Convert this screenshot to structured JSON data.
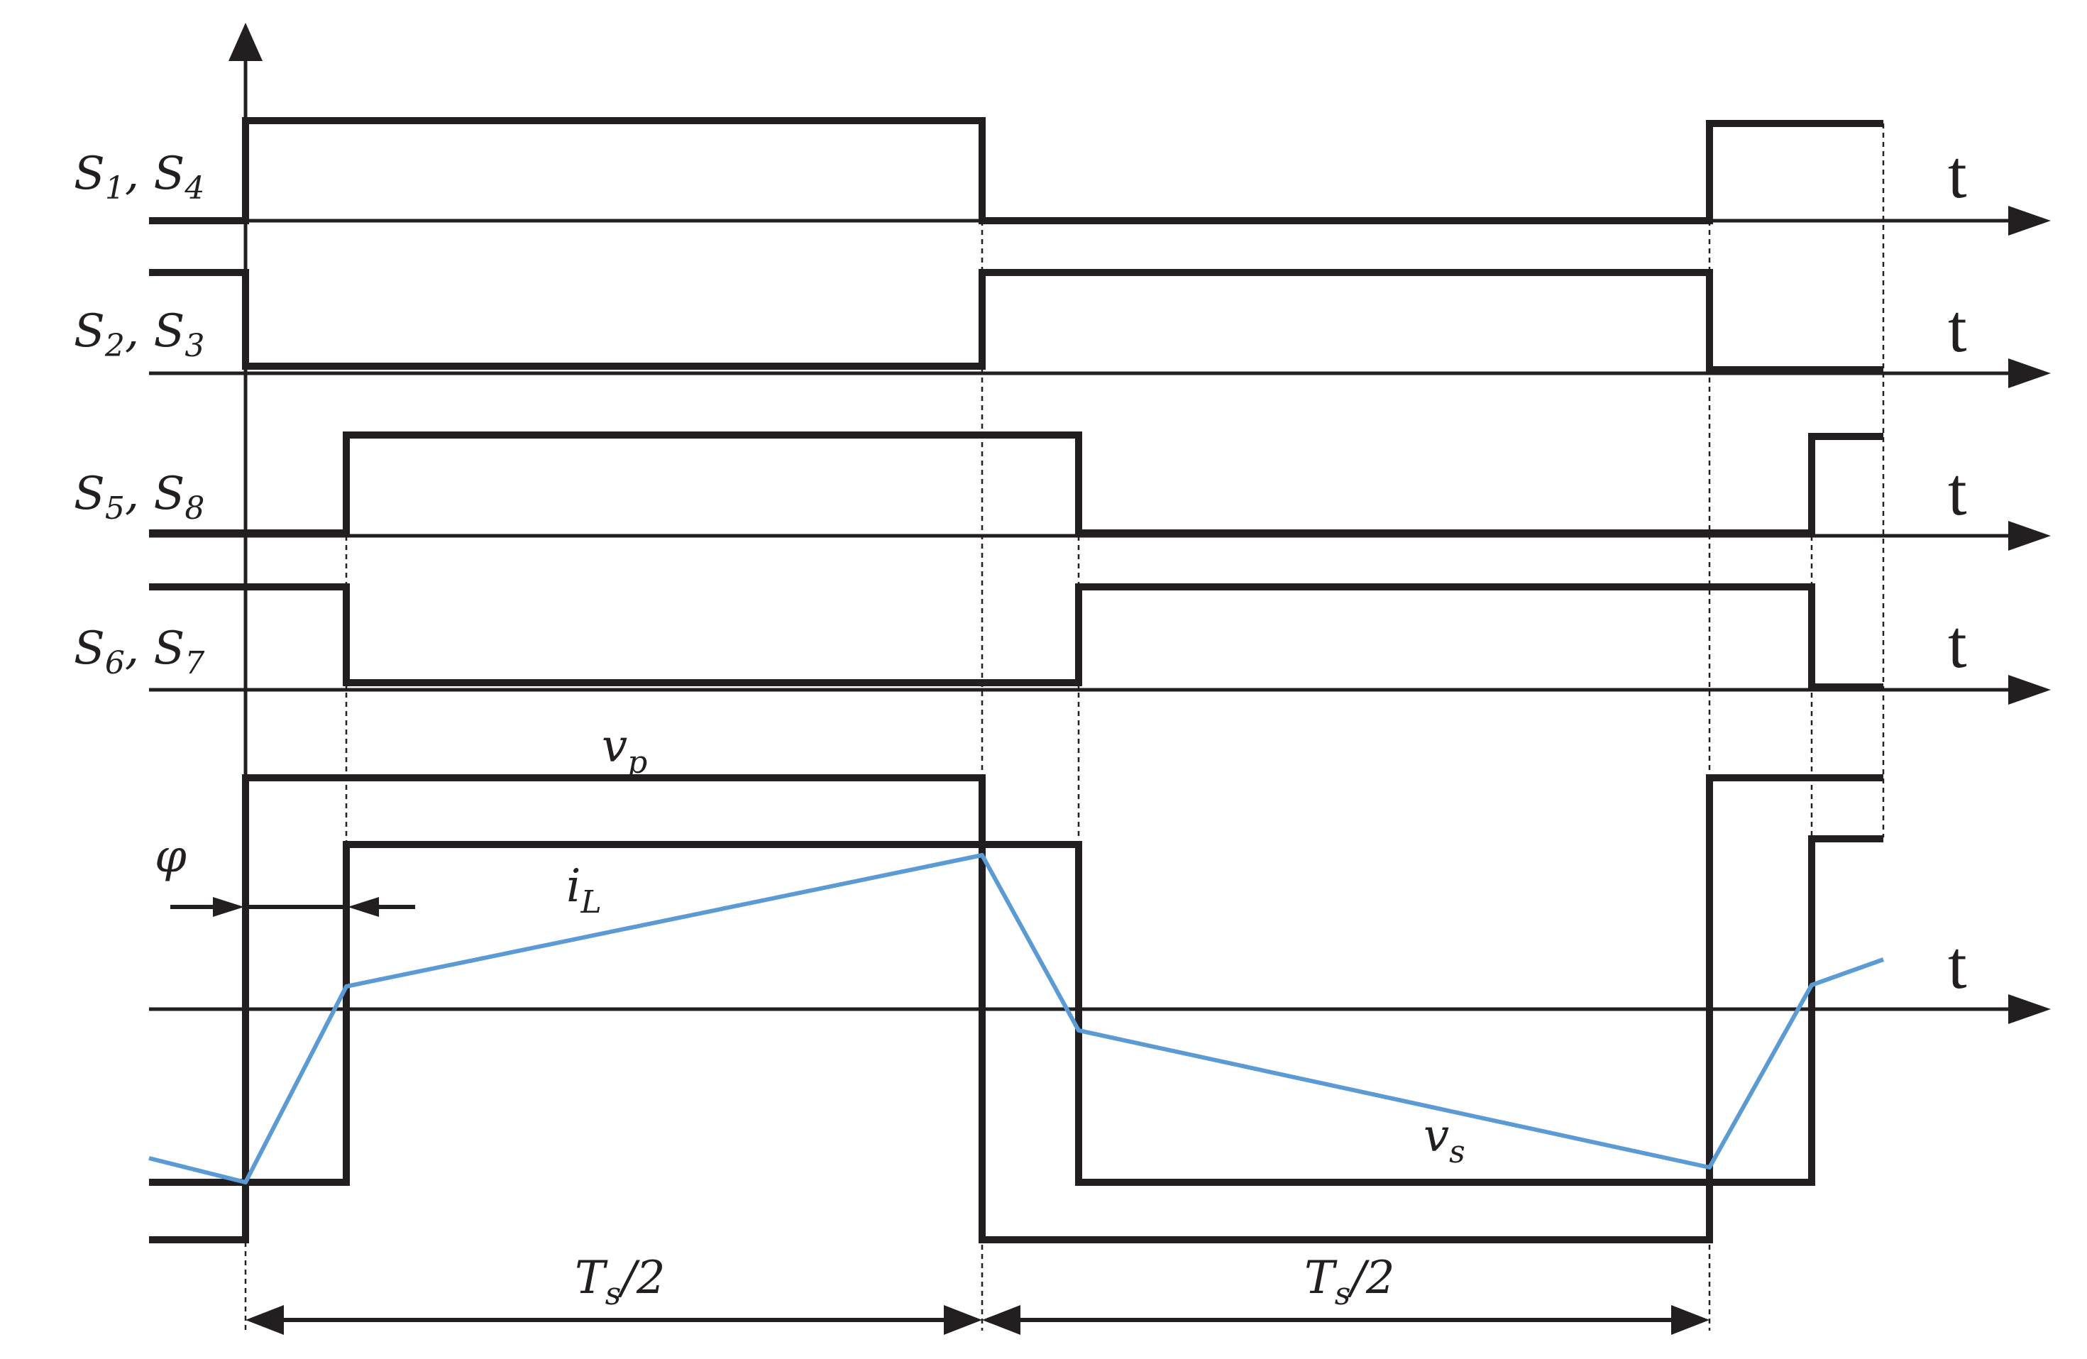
{
  "signals": [
    {
      "key": "s14",
      "label": "S",
      "sub1": "1",
      "sep": ", S",
      "sub2": "4"
    },
    {
      "key": "s23",
      "label": "S",
      "sub1": "2",
      "sep": ", S",
      "sub2": "3"
    },
    {
      "key": "s58",
      "label": "S",
      "sub1": "5",
      "sep": ", S",
      "sub2": "8"
    },
    {
      "key": "s67",
      "label": "S",
      "sub1": "6",
      "sep": ", S",
      "sub2": "7"
    }
  ],
  "time_axis_label": "t",
  "waveform_labels": {
    "vp": {
      "base": "v",
      "sub": "p"
    },
    "vs": {
      "base": "v",
      "sub": "s"
    },
    "iL": {
      "base": "i",
      "sub": "L"
    },
    "phi": "φ"
  },
  "period_labels": [
    {
      "base": "T",
      "sub": "s",
      "rest": "/2"
    },
    {
      "base": "T",
      "sub": "s",
      "rest": "/2"
    }
  ],
  "colors": {
    "waveform": "#231f20",
    "inductor_current": "#5b9bd5"
  }
}
